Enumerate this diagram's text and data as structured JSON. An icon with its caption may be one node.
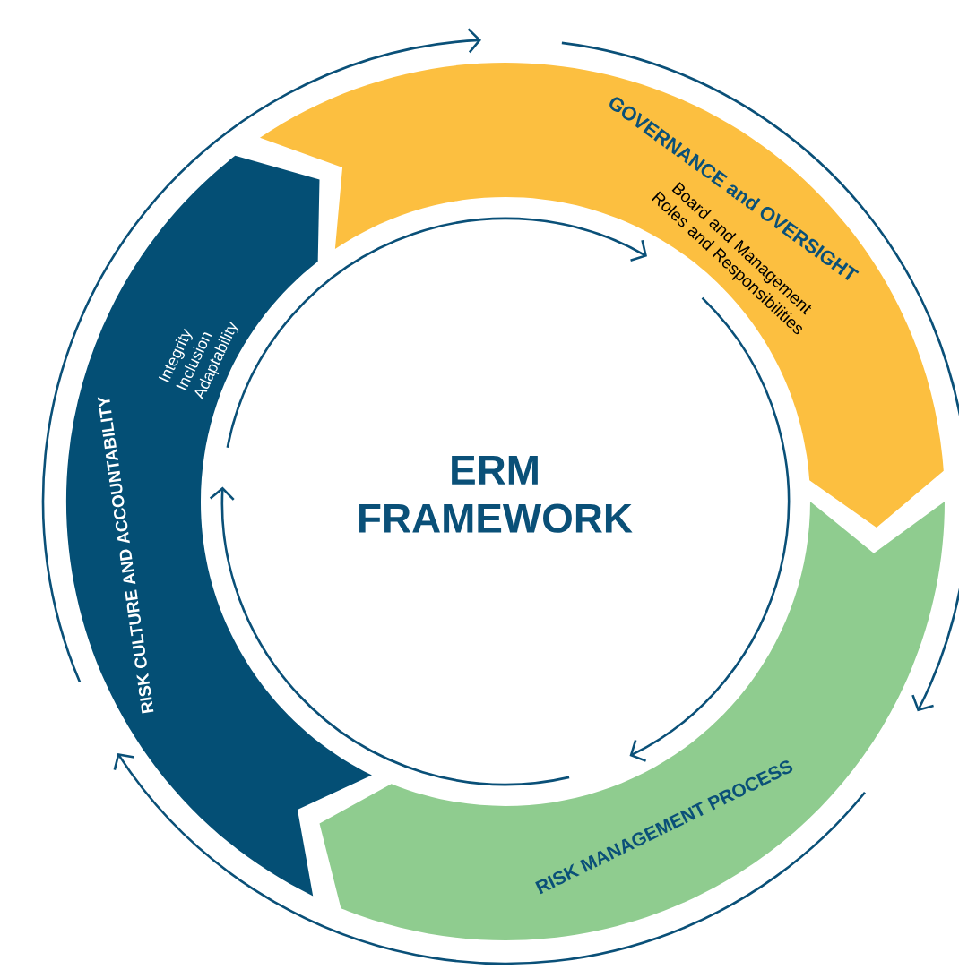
{
  "diagram": {
    "nodes": [
      {
        "text": [
          "ERM FRAMEWORK"
        ]
      },
      {
        "text": [
          "GOVERNANCE and OVERSIGHT",
          "Board and Management Roles and Responsibilities"
        ]
      },
      {
        "text": [
          "RISK MANAGEMENT PROCESS"
        ]
      },
      {
        "text": [
          "RISK CULTURE AND ACCOUNTABILITY",
          "Integrity Inclusion Adaptability"
        ]
      }
    ]
  }
}
